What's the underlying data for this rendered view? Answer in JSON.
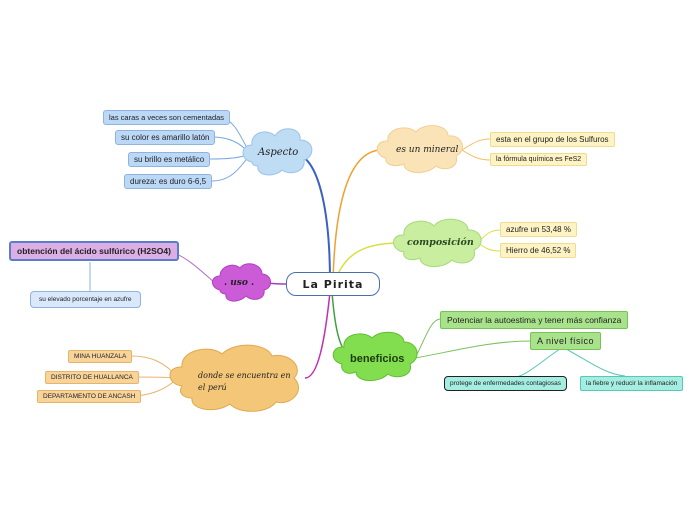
{
  "central": {
    "label": "La Pirita"
  },
  "branches": {
    "aspecto": {
      "label": "Aspecto",
      "color": "#bfdcf5",
      "items": [
        "las caras a veces son cementadas",
        "su color es amarillo latón",
        "su brillo es metálico",
        "dureza: es duro 6-6,5"
      ]
    },
    "mineral": {
      "label": "es un mineral",
      "color": "#fbe3b8",
      "items": [
        "esta en el grupo de los Sulfuros",
        "la   fórmula química es FeS2"
      ]
    },
    "composicion": {
      "label": "composición",
      "color": "#c9ee9f",
      "items": [
        "azufre un 53,48 %",
        "Hierro de 46,52 %"
      ]
    },
    "uso": {
      "label": ".   uso  .",
      "color": "#cc5bd8",
      "items": [
        "obtención del ácido sulfúrico (H2SO4)",
        "su elevado porcentaje en azufre"
      ]
    },
    "donde": {
      "label": "donde se encuentra en el perú",
      "color": "#f3c678",
      "items": [
        "MINA HUANZALA",
        "DISTRITO DE HUALLANCA",
        "DEPARTAMENTO DE ANCASH"
      ]
    },
    "beneficios": {
      "label": "beneficios",
      "color": "#82de4e",
      "items": [
        "Potenciar la autoestima y tener más confianza",
        "A nivel físico"
      ],
      "sub_items": [
        "protege de enfermedades contagiosas",
        "la fiebre y reducir la inflamación"
      ]
    }
  }
}
